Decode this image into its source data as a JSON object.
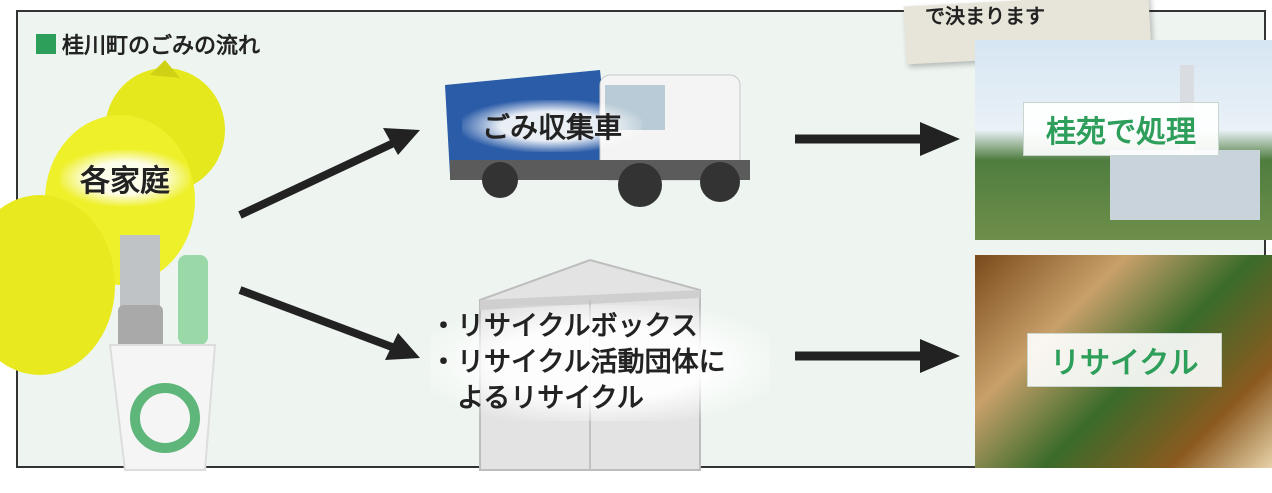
{
  "panel": {
    "title": "桂川町のごみの流れ"
  },
  "note": {
    "text": "で決まります"
  },
  "households": {
    "label": "各家庭"
  },
  "truck": {
    "label": "ごみ収集車"
  },
  "box": {
    "lines": [
      "・リサイクルボックス",
      "・リサイクル活動団体に",
      "　よるリサイクル"
    ]
  },
  "destinations": {
    "incineration": "桂苑で処理",
    "recycle": "リサイクル"
  },
  "colors": {
    "accent": "#2e9e5b",
    "panel_bg": "#eef5f0",
    "arrow": "#222222"
  }
}
